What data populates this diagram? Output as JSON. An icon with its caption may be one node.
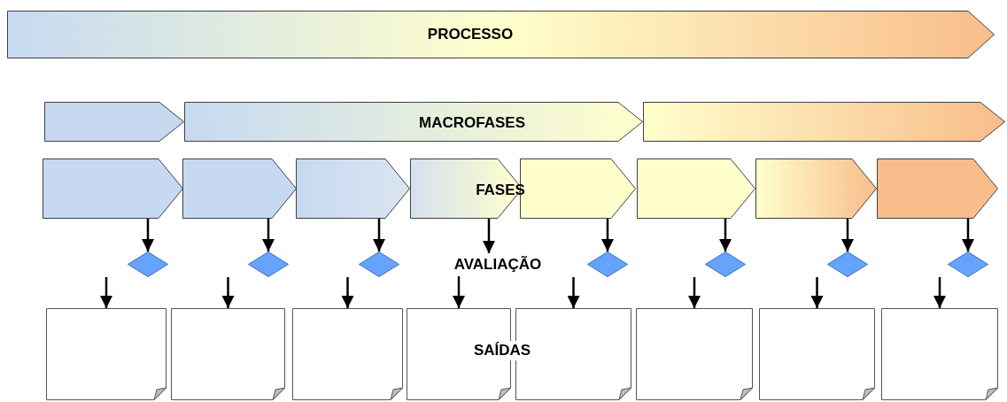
{
  "diagram": {
    "nodes": [
      {
        "text": [
          "PROCESSO"
        ]
      },
      {
        "text": [],
        "shape": "chevron"
      },
      {
        "text": [
          "MACROFASES"
        ]
      },
      {
        "text": [],
        "shape": "chevron"
      },
      {
        "text": [],
        "shape": "chevron"
      },
      {
        "text": [],
        "shape": "chevron"
      },
      {
        "text": [],
        "shape": "chevron"
      },
      {
        "text": [
          "FASES"
        ]
      },
      {
        "text": [],
        "shape": "chevron"
      },
      {
        "text": [],
        "shape": "chevron"
      },
      {
        "text": [],
        "shape": "chevron"
      },
      {
        "text": [],
        "shape": "chevron"
      },
      {
        "text": [],
        "shape": "diamond"
      },
      {
        "text": [],
        "shape": "diamond"
      },
      {
        "text": [],
        "shape": "diamond"
      },
      {
        "text": [
          "AVALIAÇÃO"
        ]
      },
      {
        "text": [],
        "shape": "diamond"
      },
      {
        "text": [],
        "shape": "diamond"
      },
      {
        "text": [],
        "shape": "diamond"
      },
      {
        "text": [],
        "shape": "diamond"
      },
      {
        "text": [],
        "shape": "document"
      },
      {
        "text": [],
        "shape": "document"
      },
      {
        "text": [],
        "shape": "document"
      },
      {
        "text": [
          "SAÍDAS"
        ]
      },
      {
        "text": [],
        "shape": "document"
      },
      {
        "text": [],
        "shape": "document"
      },
      {
        "text": [],
        "shape": "document"
      },
      {
        "text": [],
        "shape": "document"
      }
    ],
    "edges": [
      {
        "from": 4,
        "to": 12,
        "arrow": "to"
      },
      {
        "from": 12,
        "to": 20,
        "arrow": "to"
      },
      {
        "from": 5,
        "to": 13,
        "arrow": "to"
      },
      {
        "from": 13,
        "to": 21,
        "arrow": "to"
      },
      {
        "from": 6,
        "to": 14,
        "arrow": "to"
      },
      {
        "from": 14,
        "to": 22,
        "arrow": "to"
      },
      {
        "from": 7,
        "to": 15,
        "arrow": "to"
      },
      {
        "from": 15,
        "to": 23,
        "arrow": "to"
      },
      {
        "from": 8,
        "to": 16,
        "arrow": "to"
      },
      {
        "from": 16,
        "to": 24,
        "arrow": "to"
      },
      {
        "from": 9,
        "to": 17,
        "arrow": "to"
      },
      {
        "from": 17,
        "to": 25,
        "arrow": "to"
      },
      {
        "from": 10,
        "to": 18,
        "arrow": "to"
      },
      {
        "from": 18,
        "to": 26,
        "arrow": "to"
      },
      {
        "from": 11,
        "to": 19,
        "arrow": "to"
      },
      {
        "from": 19,
        "to": 27,
        "arrow": "to"
      }
    ]
  }
}
